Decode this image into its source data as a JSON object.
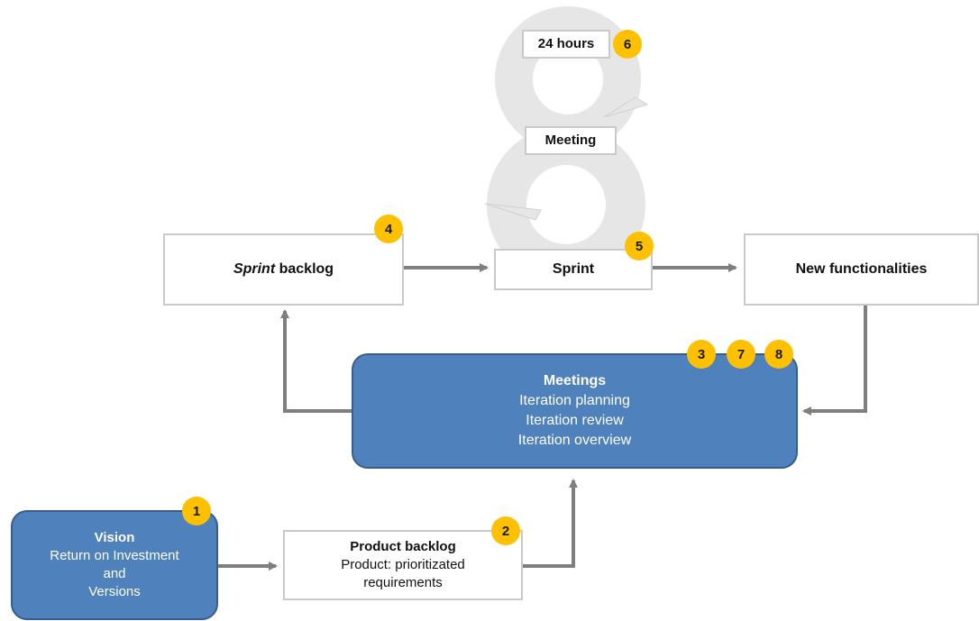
{
  "cycle": {
    "daily_label": "24 hours",
    "meeting_label": "Meeting"
  },
  "boxes": {
    "sprint_backlog": {
      "italic": "Sprint",
      "rest": " backlog"
    },
    "sprint": {
      "label": "Sprint"
    },
    "new_functionalities": {
      "label": "New functionalities"
    },
    "meetings": {
      "title": "Meetings",
      "lines": [
        "Iteration planning",
        "Iteration review",
        "Iteration overview"
      ]
    },
    "vision": {
      "title": "Vision",
      "lines": [
        "Return on Investment",
        "and",
        "Versions"
      ]
    },
    "product_backlog": {
      "title": "Product backlog",
      "lines": [
        "Product: prioritizated",
        "requirements"
      ]
    }
  },
  "badges": {
    "b1": "1",
    "b2": "2",
    "b3": "3",
    "b4": "4",
    "b5": "5",
    "b6": "6",
    "b7": "7",
    "b8": "8"
  },
  "colors": {
    "box_fill_blue": "#4f81bd",
    "box_border_blue": "#385d8a",
    "box_border_gray": "#c9c9c9",
    "arrow_gray": "#7f7f7f",
    "badge_yellow": "#ffc000",
    "cycle_gray": "#e6e6e6"
  }
}
